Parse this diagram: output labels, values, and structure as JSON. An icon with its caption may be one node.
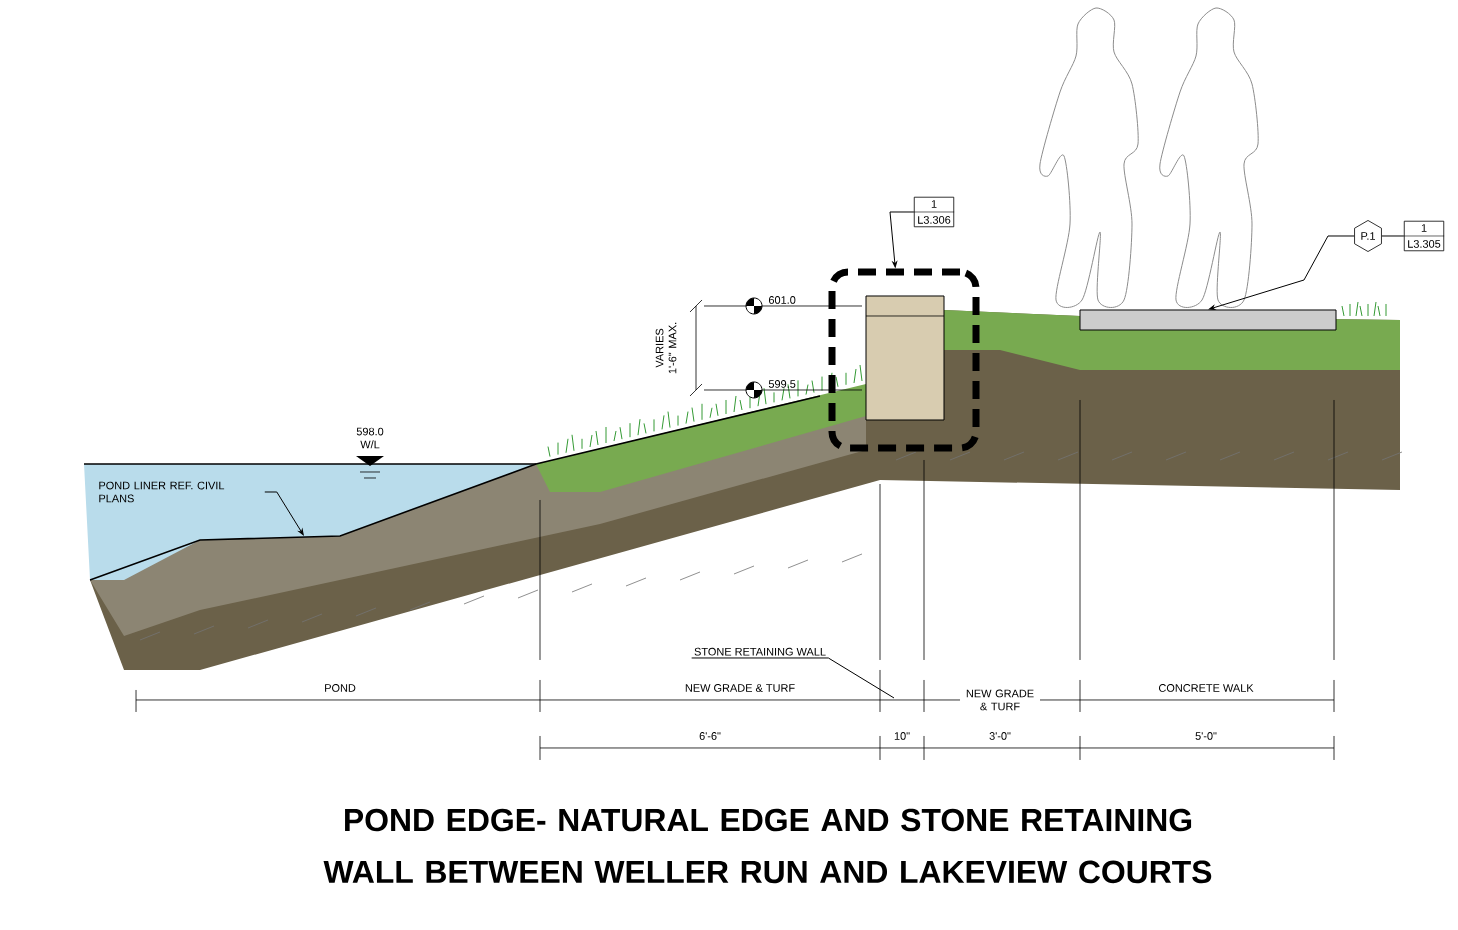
{
  "diagram": {
    "title": "POND EDGE- NATURAL EDGE AND STONE RETAINING WALL BETWEEN WELLER RUN AND LAKEVIEW COURTS",
    "nodes": [
      {
        "text": [
          "1",
          "L3.306"
        ]
      },
      {
        "text": [],
        "shape": "box"
      },
      {
        "text": [
          "P.1"
        ]
      },
      {
        "text": [
          "1",
          "L3.305"
        ]
      },
      {
        "text": [
          "POND LINER REF. CIVIL PLANS"
        ]
      },
      {
        "text": [
          "STONE RETAINING WALL"
        ]
      },
      {
        "text": [],
        "shape": "bar"
      }
    ],
    "edges": [
      {
        "from": 0,
        "to": 1,
        "arrow": "to"
      },
      {
        "from": 2,
        "to": 6,
        "arrow": "to"
      },
      {
        "from": 2,
        "to": 3,
        "arrow": "none"
      },
      {
        "from": 4,
        "to": null,
        "arrow": "to"
      },
      {
        "from": 5,
        "to": null,
        "arrow": "none"
      }
    ],
    "labels": [
      "598.0 W/L",
      "601.0",
      "599.5",
      "VARIES 1'-6\" MAX.",
      "POND",
      "NEW GRADE & TURF",
      "NEW GRADE & TURF",
      "CONCRETE WALK",
      "6'-6\"",
      "10\"",
      "3'-0\"",
      "5'-0\""
    ]
  }
}
